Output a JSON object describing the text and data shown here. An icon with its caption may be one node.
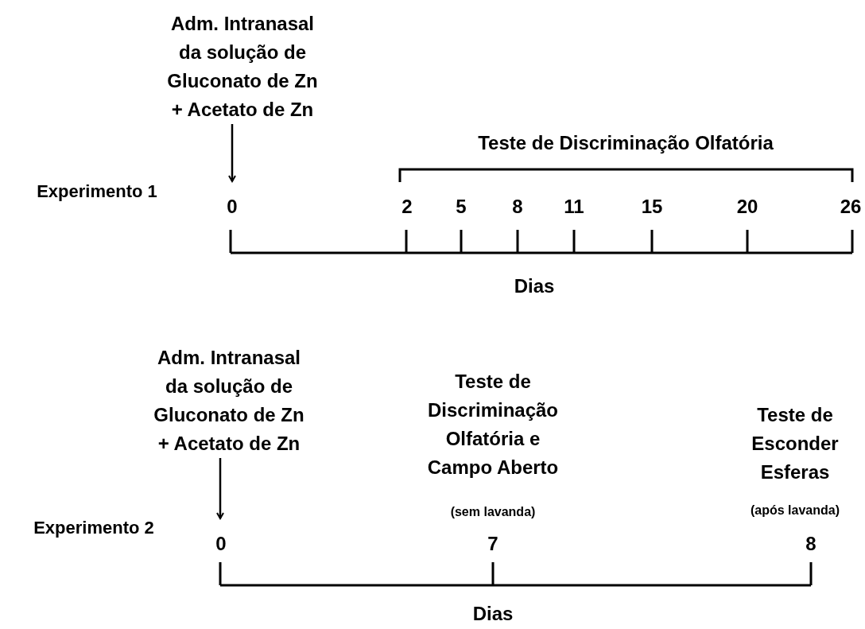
{
  "diagram": {
    "nodes": [
      {
        "text": [
          "Adm. Intranasal da solução de Gluconato de Zn + Acetato de Zn"
        ]
      },
      {
        "text": [
          "Adm. Intranasal da solução de Gluconato de Zn + Acetato de Zn"
        ]
      }
    ],
    "edges": [
      {
        "from": 0,
        "to": null,
        "arrow": "to"
      },
      {
        "from": 1,
        "to": null,
        "arrow": "to"
      }
    ],
    "labels": [
      "Teste de Discriminação Olfatória",
      "Experimento 1",
      "0",
      "2",
      "5",
      "8",
      "11",
      "15",
      "20",
      "26",
      "Dias",
      "Teste de Discriminação Olfatória e Campo Aberto",
      "(sem lavanda)",
      "Teste de Esconder Esferas",
      "(após lavanda)",
      "Experimento 2",
      "0",
      "7",
      "8",
      "Dias"
    ]
  }
}
